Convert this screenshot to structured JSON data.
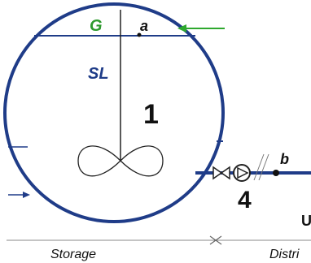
{
  "labels": {
    "gas_zone": "G",
    "point_a": "a",
    "liquid_zone": "SL",
    "vessel_number": "1",
    "point_b": "b",
    "pump_number": "4",
    "cut_off_letter": "U",
    "section_storage": "Storage",
    "section_distribution_partial": "Distri"
  },
  "colors": {
    "vessel": "#1f3c88",
    "gas_label": "#2e9a2e",
    "inlet_arrow": "#2ea82e",
    "piping": "#1f3c88",
    "text": "#111111",
    "liquid_label": "#1f3c88"
  }
}
